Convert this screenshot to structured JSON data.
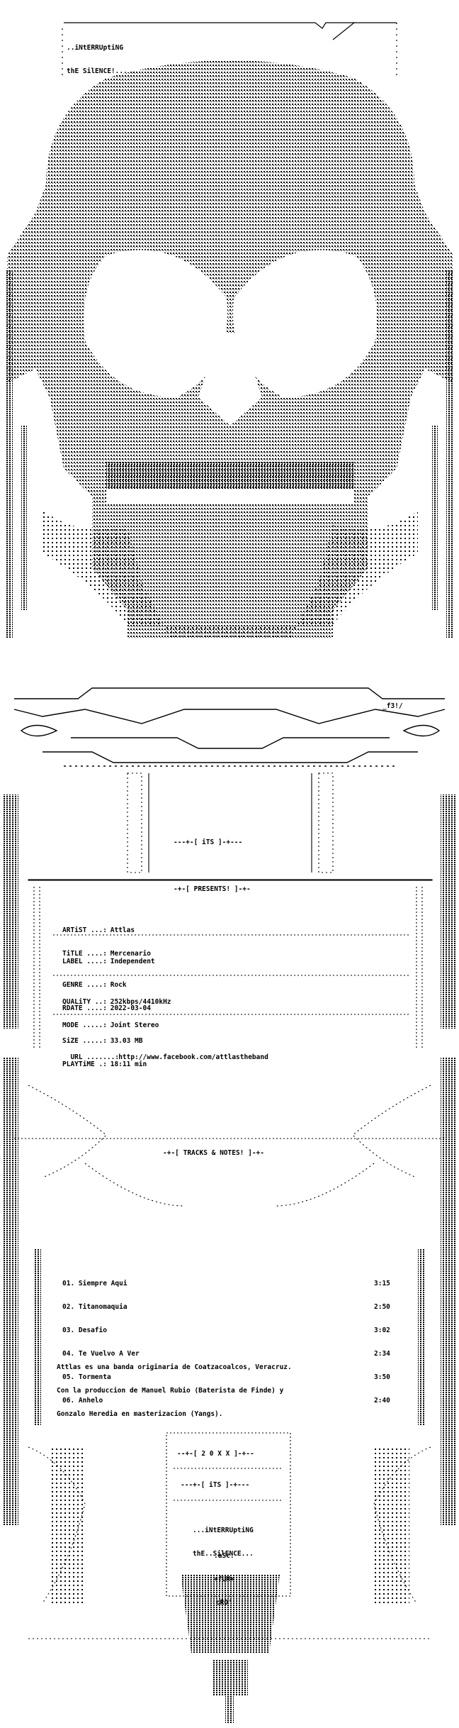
{
  "header": {
    "line1": "..iNtERRUptiNG",
    "line2": "thE SilENCE!... ."
  },
  "panel": {
    "group": "---+-[ iTS ]-+---",
    "presents": "-+-[ PRESENTS! ]-+-"
  },
  "tag": "_f3!/",
  "info": {
    "artist_label": "ARTiST ...:",
    "artist": "Attlas",
    "title_label": "TiTLE ....:",
    "title": "Mercenario",
    "label_label": "LABEL ....:",
    "label": "Independent",
    "genre_label": "GENRE ....:",
    "genre": "Rock",
    "rdate_label": "RDATE ....:",
    "rdate": "2022-03-04",
    "quality_label": "QUALiTY ..:",
    "quality": "252kbps/4410kHz",
    "mode_label": "MODE .....:",
    "mode": "Joint Stereo",
    "size_label": "SiZE .....:",
    "size": "33.03 MB",
    "playtime_label": "PLAYTiME .:",
    "playtime": "18:11 min",
    "url_label": "URL .......:",
    "url": "http://www.facebook.com/attlastheband"
  },
  "tracks_header": "-+-[ TRACKS & NOTES! ]-+-",
  "tracks": [
    {
      "num": "01.",
      "name": "Siempre Aqui",
      "time": "3:15"
    },
    {
      "num": "02.",
      "name": "Titanomaquia",
      "time": "2:50"
    },
    {
      "num": "03.",
      "name": "Desafio",
      "time": "3:02"
    },
    {
      "num": "04.",
      "name": "Te Vuelvo A Ver",
      "time": "2:34"
    },
    {
      "num": "05.",
      "name": "Tormenta",
      "time": "3:50"
    },
    {
      "num": "06.",
      "name": "Anhelo",
      "time": "2:40"
    }
  ],
  "notes": [
    "Attlas es una banda originaria de Coatzacoalcos, Veracruz.",
    "Con la produccion de Manuel Rubio (Baterista de Finde) y",
    "Gonzalo Heredia en masterizacion (Yangs)."
  ],
  "footer": {
    "year": "--+-[ 2 0 X X ]-+--",
    "group": "---+-[ iTS ]-+---",
    "line1": "...iNtERRUptiNG",
    "line2": "thE..SilENCE...",
    "sig1": ".aSc.",
    "sig2": "+fUM+",
    "sig3": "cRO'"
  }
}
